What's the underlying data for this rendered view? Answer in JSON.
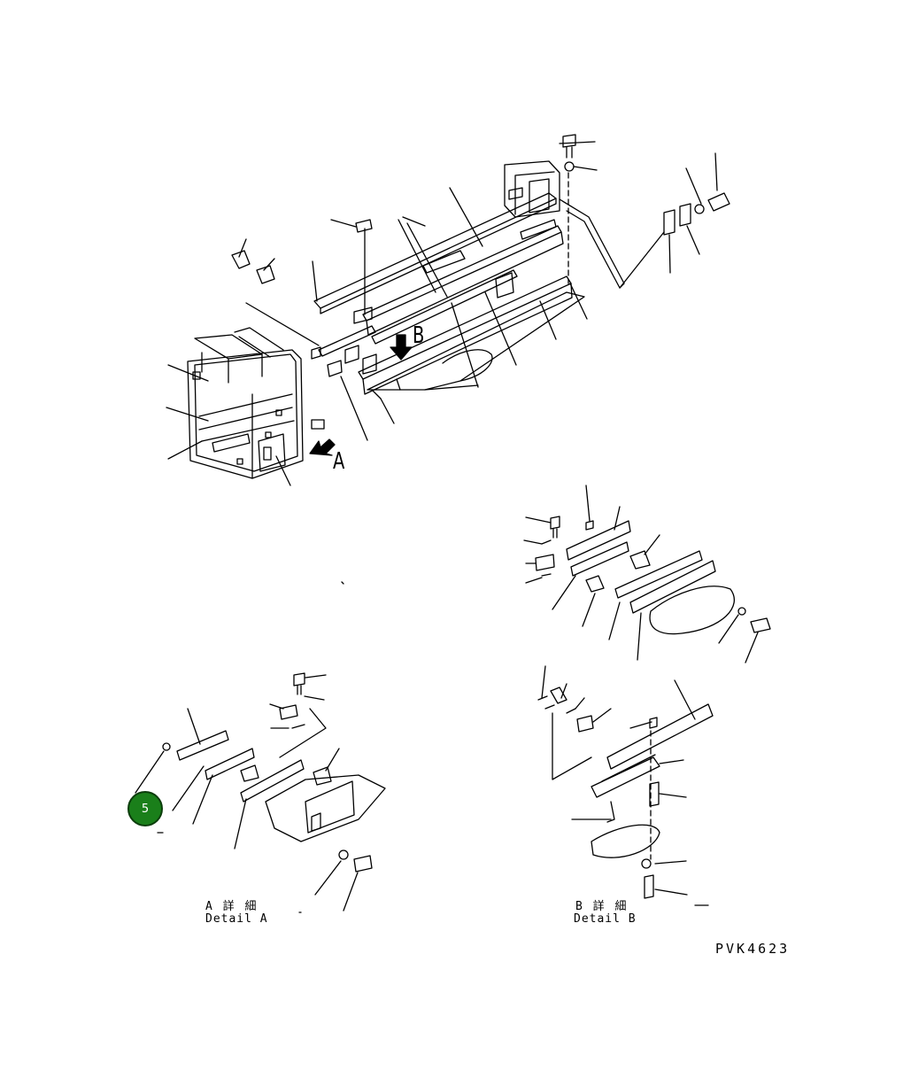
{
  "drawing": {
    "view_a_letter": "A",
    "view_b_letter": "B",
    "detail_a_jp": "A 詳 細",
    "detail_a_en": "Detail A",
    "detail_b_jp": "B 詳 細",
    "detail_b_en": "Detail B",
    "drawing_code": "PVK4623"
  },
  "callout": {
    "number": "5",
    "color": "#1a7f1a"
  }
}
